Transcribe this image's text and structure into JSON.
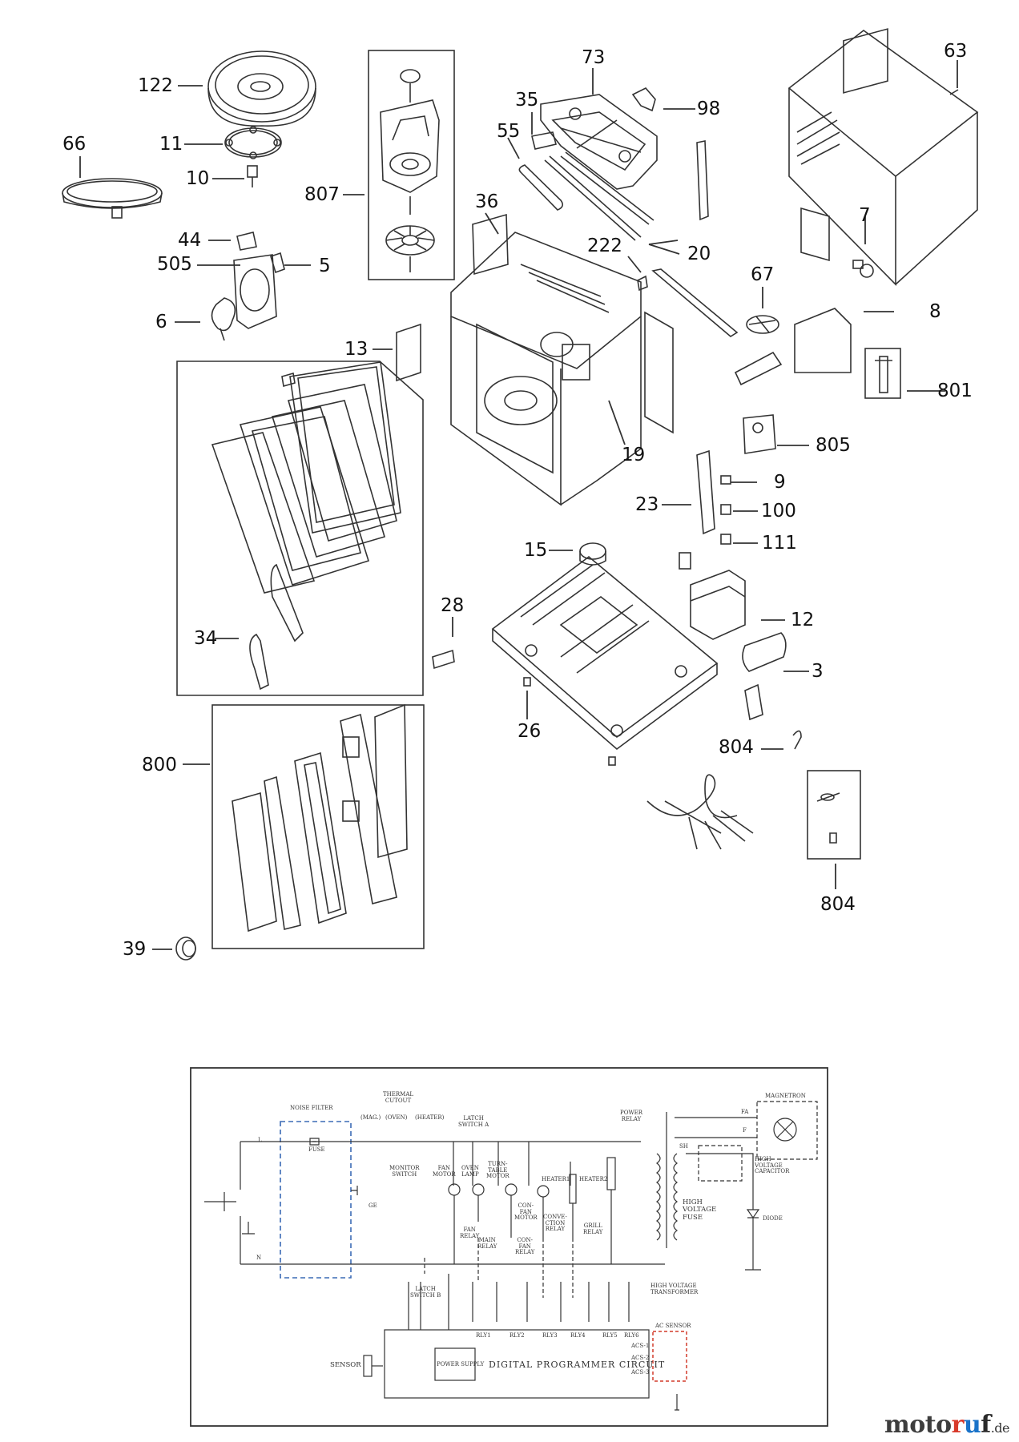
{
  "part_labels": [
    "122",
    "11",
    "10",
    "66",
    "807",
    "73",
    "35",
    "55",
    "98",
    "63",
    "36",
    "222",
    "20",
    "7",
    "44",
    "505",
    "5",
    "6",
    "67",
    "8",
    "13",
    "801",
    "19",
    "805",
    "9",
    "23",
    "100",
    "111",
    "15",
    "28",
    "12",
    "34",
    "3",
    "26",
    "804",
    "800",
    "804",
    "39"
  ],
  "wiring": {
    "noise_filter": "NOISE FILTER",
    "thermal_cutout": "THERMAL\nCUTOUT",
    "mag": "(MAG.)",
    "oven": "(OVEN)",
    "heater": "(HEATER)",
    "latch_switch_a": "LATCH\nSWITCH A",
    "power_relay": "POWER\nRELAY",
    "magnetron": "MAGNETRON",
    "fa": "FA",
    "f": "F",
    "l": "L",
    "fuse": "FUSE",
    "sh": "SH",
    "monitor_switch": "MONITOR\nSWITCH",
    "fan_motor": "FAN\nMOTOR",
    "oven_lamp": "OVEN\nLAMP",
    "turntable_motor": "TURN-\nTABLE\nMOTOR",
    "heater1": "HEATER1",
    "heater2": "HEATER2",
    "high_voltage_capacitor": "HIGH\nVOLTAGE\nCAPACITOR",
    "high_voltage_fuse": "HIGH\nVOLTAGE\nFUSE",
    "ge": "GE",
    "con_fan_motor": "CON-\nFAN\nMOTOR",
    "convection_relay": "CONVE-\nCTION\nRELAY",
    "grill_relay": "GRILL\nRELAY",
    "fan_relay": "FAN\nRELAY",
    "diode": "DIODE",
    "con_fan_relay": "CON-\nFAN\nRELAY",
    "main_relay": "MAIN\nRELAY",
    "n": "N",
    "latch_switch_b": "LATCH\nSWITCH B",
    "high_voltage_transformer": "HIGH VOLTAGE\nTRANSFORMER",
    "rly1": "RLY1",
    "rly2": "RLY2",
    "rly3": "RLY3",
    "rly4": "RLY4",
    "rly5": "RLY5",
    "rly6": "RLY6",
    "sensor": "SENSOR",
    "power_supply": "POWER SUPPLY",
    "dpc": "DIGITAL PROGRAMMER CIRCUIT",
    "ac_sensor": "AC SENSOR",
    "acsf1": "ACS-1",
    "acsf2": "ACS-2",
    "acsf3": "ACS-3"
  },
  "brand": {
    "name_a": "moto",
    "name_b": "r",
    "name_c": "u",
    "name_d": "f",
    "tld": ".de"
  },
  "colors": {
    "line": "#333333",
    "filter_box": "#3b6bb5",
    "ac_sensor_box": "#d23a2a"
  }
}
